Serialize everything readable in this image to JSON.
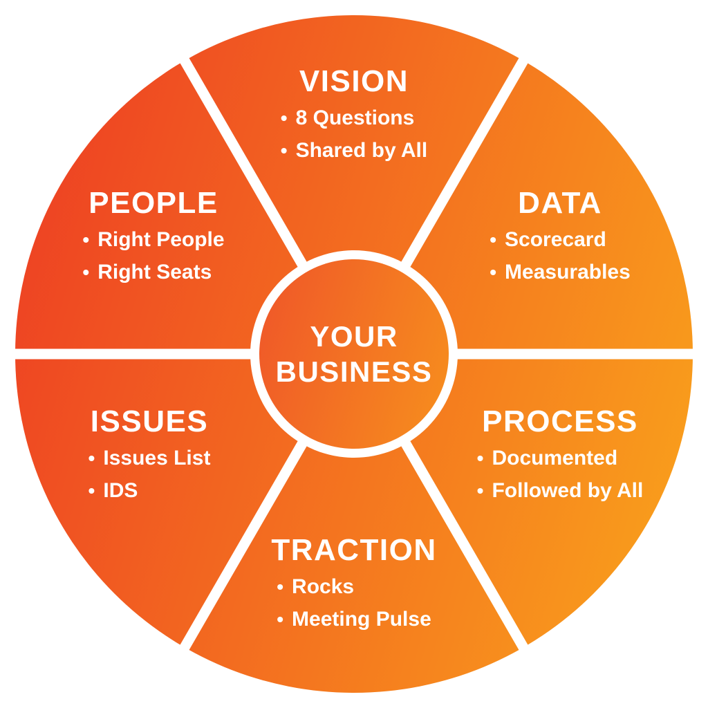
{
  "bullet_glyph": "•",
  "colors": {
    "gradient_start": "#ee4323",
    "gradient_end": "#f99d1c",
    "center_start": "#f05a28",
    "center_end": "#f68b1e",
    "divider": "#ffffff",
    "text": "#ffffff"
  },
  "center": {
    "line1": "YOUR",
    "line2": "BUSINESS"
  },
  "segments": [
    {
      "id": "vision",
      "title": "VISION",
      "bullets": [
        "8 Questions",
        "Shared by All"
      ]
    },
    {
      "id": "data",
      "title": "DATA",
      "bullets": [
        "Scorecard",
        "Measurables"
      ]
    },
    {
      "id": "process",
      "title": "PROCESS",
      "bullets": [
        "Documented",
        "Followed by All"
      ]
    },
    {
      "id": "traction",
      "title": "TRACTION",
      "bullets": [
        "Rocks",
        "Meeting Pulse"
      ]
    },
    {
      "id": "issues",
      "title": "ISSUES",
      "bullets": [
        "Issues List",
        "IDS"
      ]
    },
    {
      "id": "people",
      "title": "PEOPLE",
      "bullets": [
        "Right People",
        "Right Seats"
      ]
    }
  ]
}
